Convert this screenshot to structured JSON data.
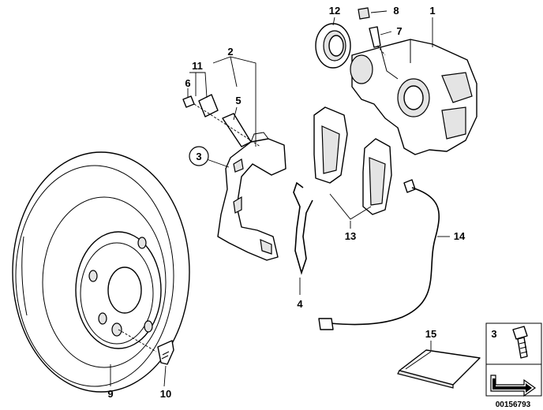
{
  "diagram": {
    "callouts": [
      {
        "id": "c1",
        "label": "1"
      },
      {
        "id": "c2",
        "label": "2"
      },
      {
        "id": "c3",
        "label": "3"
      },
      {
        "id": "c4",
        "label": "4"
      },
      {
        "id": "c5",
        "label": "5"
      },
      {
        "id": "c6",
        "label": "6"
      },
      {
        "id": "c7",
        "label": "7"
      },
      {
        "id": "c8",
        "label": "8"
      },
      {
        "id": "c9",
        "label": "9"
      },
      {
        "id": "c10",
        "label": "10"
      },
      {
        "id": "c11",
        "label": "11"
      },
      {
        "id": "c12",
        "label": "12"
      },
      {
        "id": "c13",
        "label": "13"
      },
      {
        "id": "c14",
        "label": "14"
      },
      {
        "id": "c15",
        "label": "15"
      }
    ],
    "legend_box_label": "3",
    "reference_number": "00156793"
  }
}
